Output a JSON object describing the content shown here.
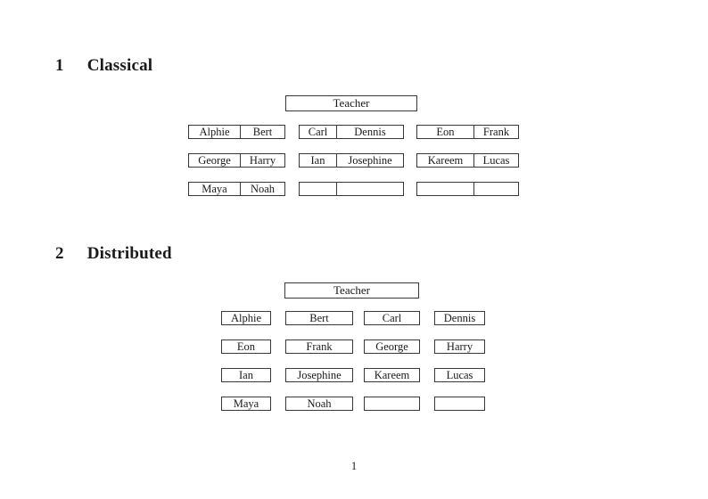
{
  "page": {
    "number": "1"
  },
  "sections": [
    {
      "number": "1",
      "title": "Classical"
    },
    {
      "number": "2",
      "title": "Distributed"
    }
  ],
  "classical": {
    "teacher_label": "Teacher",
    "stacks": [
      {
        "rows": [
          {
            "cells": [
              "Alphie",
              "Bert"
            ]
          },
          {
            "cells": [
              "George",
              "Harry"
            ]
          },
          {
            "cells": [
              "Maya",
              "Noah"
            ]
          }
        ]
      },
      {
        "rows": [
          {
            "cells": [
              "Carl",
              "Dennis"
            ]
          },
          {
            "cells": [
              "Ian",
              "Josephine"
            ]
          },
          {
            "cells": [
              "",
              ""
            ]
          }
        ]
      },
      {
        "rows": [
          {
            "cells": [
              "Eon",
              "Frank"
            ]
          },
          {
            "cells": [
              "Kareem",
              "Lucas"
            ]
          },
          {
            "cells": [
              "",
              ""
            ]
          }
        ]
      }
    ]
  },
  "distributed": {
    "teacher_label": "Teacher",
    "rows": [
      [
        "Alphie",
        "Bert",
        "Carl",
        "Dennis"
      ],
      [
        "Eon",
        "Frank",
        "George",
        "Harry"
      ],
      [
        "Ian",
        "Josephine",
        "Kareem",
        "Lucas"
      ],
      [
        "Maya",
        "Noah",
        "",
        ""
      ]
    ]
  }
}
